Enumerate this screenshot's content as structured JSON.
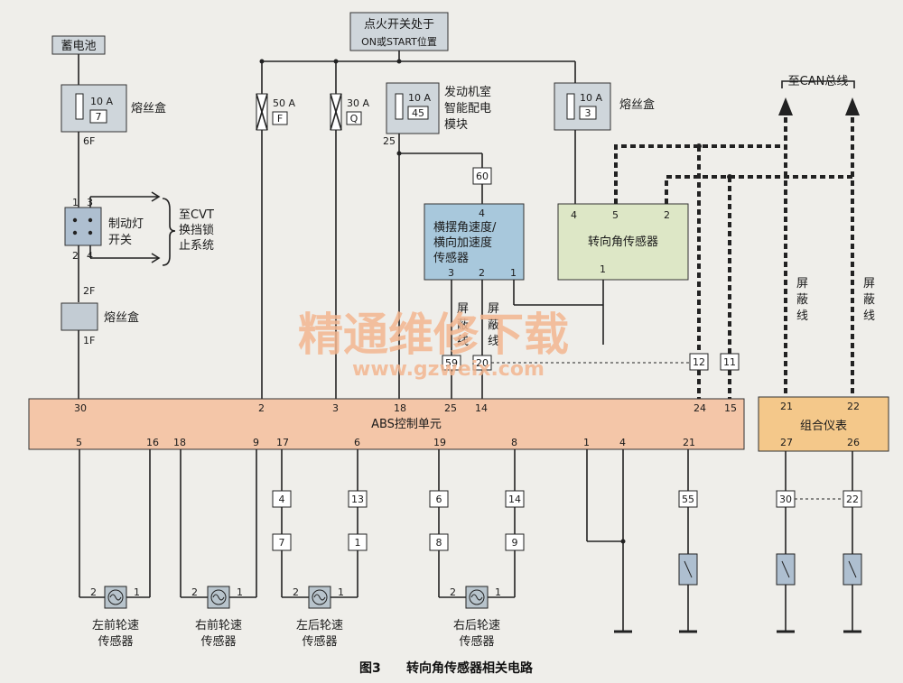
{
  "top": {
    "battery": "蓄电池",
    "ignition_line1": "点火开关处于",
    "ignition_line2": "ON或START位置",
    "to_can": "至CAN总线"
  },
  "fuses": [
    {
      "amp": "10 A",
      "num": "7"
    },
    {
      "amp": "50 A",
      "num": "F"
    },
    {
      "amp": "30 A",
      "num": "Q"
    },
    {
      "amp": "10 A",
      "num": "45"
    },
    {
      "amp": "10 A",
      "num": "3"
    }
  ],
  "labels": {
    "fuse_box": "熔丝盒",
    "engine_room_l1": "发动机室",
    "engine_room_l2": "智能配电",
    "engine_room_l3": "模块",
    "brake_l1": "制动灯",
    "brake_l2": "开关",
    "cvt_l1": "至CVT",
    "cvt_l2": "换挡锁",
    "cvt_l3": "止系统",
    "yaw_l1": "横摆角速度/",
    "yaw_l2": "横向加速度",
    "yaw_l3": "传感器",
    "steer": "转向角传感器",
    "abs": "ABS控制单元",
    "cluster": "组合仪表",
    "shield": [
      "屏",
      "蔽",
      "线"
    ],
    "pin_6F": "6F",
    "pin_2F": "2F",
    "pin_1F": "1F",
    "pin_25": "25"
  },
  "wheel_sensors": [
    {
      "l1": "左前轮速",
      "l2": "传感器"
    },
    {
      "l1": "右前轮速",
      "l2": "传感器"
    },
    {
      "l1": "左后轮速",
      "l2": "传感器"
    },
    {
      "l1": "右后轮速",
      "l2": "传感器"
    }
  ],
  "abs_pins_top": [
    "30",
    "2",
    "3",
    "18",
    "25",
    "14",
    "24",
    "15"
  ],
  "abs_pins_bottom": [
    "5",
    "16",
    "18",
    "9",
    "17",
    "6",
    "19",
    "8",
    "1",
    "4",
    "21"
  ],
  "connectors": [
    "60",
    "59",
    "20",
    "12",
    "11",
    "4",
    "13",
    "7",
    "1",
    "6",
    "14",
    "8",
    "9",
    "55",
    "30",
    "22"
  ],
  "cluster_pins": [
    "21",
    "22",
    "27",
    "26"
  ],
  "watermark": {
    "cn": "精通维修下载",
    "url": "www.gzweix.com"
  },
  "caption": {
    "fig": "图3",
    "title": "转向角传感器相关电路"
  }
}
